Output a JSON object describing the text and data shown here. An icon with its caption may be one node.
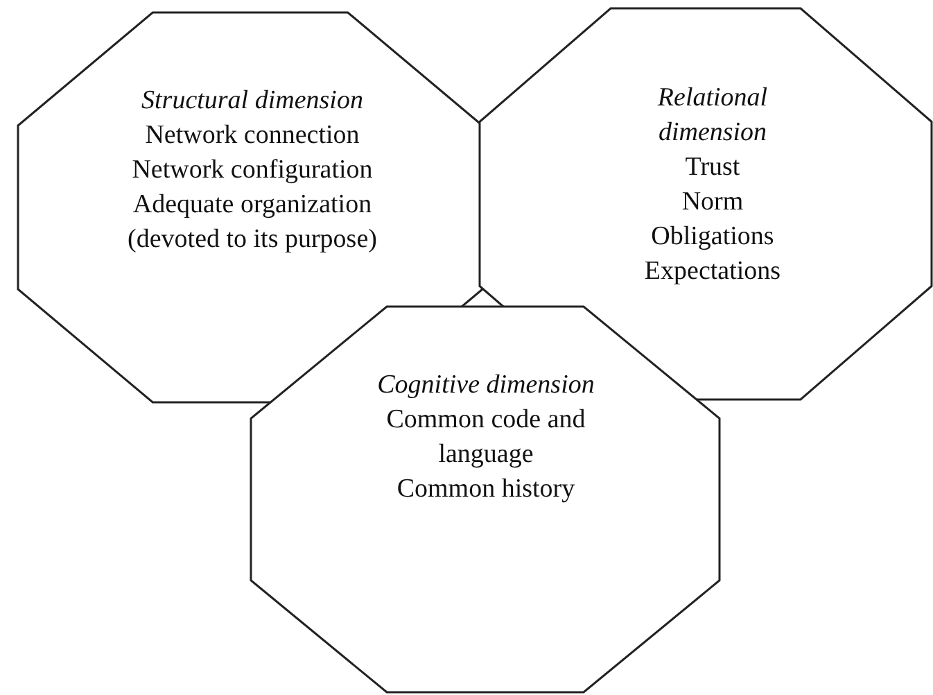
{
  "diagram": {
    "nodes": [
      {
        "text": [
          "Structural dimension",
          "Network connection",
          "Network configuration",
          "Adequate organization (devoted to its purpose)"
        ]
      },
      {
        "text": [
          "Relational dimension",
          "Trust",
          "Norm",
          "Obligations",
          "Expectations"
        ]
      },
      {
        "text": [
          "Cognitive dimension",
          "Common code and language",
          "Common history"
        ]
      }
    ],
    "edges": []
  }
}
